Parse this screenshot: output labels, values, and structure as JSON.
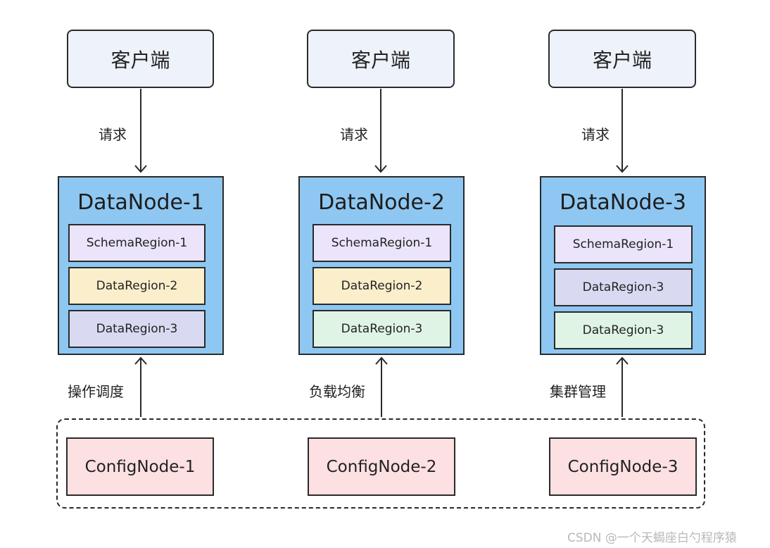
{
  "clients": [
    {
      "label": "客户端"
    },
    {
      "label": "客户端"
    },
    {
      "label": "客户端"
    }
  ],
  "request_labels": [
    "请求",
    "请求",
    "请求"
  ],
  "datanodes": [
    {
      "title": "DataNode-1",
      "regions": [
        {
          "label": "SchemaRegion-1",
          "color": "#ebe4fb"
        },
        {
          "label": "DataRegion-2",
          "color": "#fbefcb"
        },
        {
          "label": "DataRegion-3",
          "color": "#d9daf2"
        }
      ]
    },
    {
      "title": "DataNode-2",
      "regions": [
        {
          "label": "SchemaRegion-1",
          "color": "#ebe4fb"
        },
        {
          "label": "DataRegion-2",
          "color": "#fbefcb"
        },
        {
          "label": "DataRegion-3",
          "color": "#dff4e5"
        }
      ]
    },
    {
      "title": "DataNode-3",
      "regions": [
        {
          "label": "SchemaRegion-1",
          "color": "#ebe4fb"
        },
        {
          "label": "DataRegion-3",
          "color": "#d9daf2"
        },
        {
          "label": "DataRegion-3",
          "color": "#dff4e5"
        }
      ]
    }
  ],
  "management_labels": [
    "操作调度",
    "负载均衡",
    "集群管理"
  ],
  "confignodes": [
    {
      "label": "ConfigNode-1"
    },
    {
      "label": "ConfigNode-2"
    },
    {
      "label": "ConfigNode-3"
    }
  ],
  "watermark": "CSDN @一个天蝎座白勺程序猿",
  "colors": {
    "datanode_fill": "#8ec7f1",
    "client_fill": "#eef2fb",
    "config_fill": "#fde0e1",
    "stroke": "#2a2a2a"
  }
}
